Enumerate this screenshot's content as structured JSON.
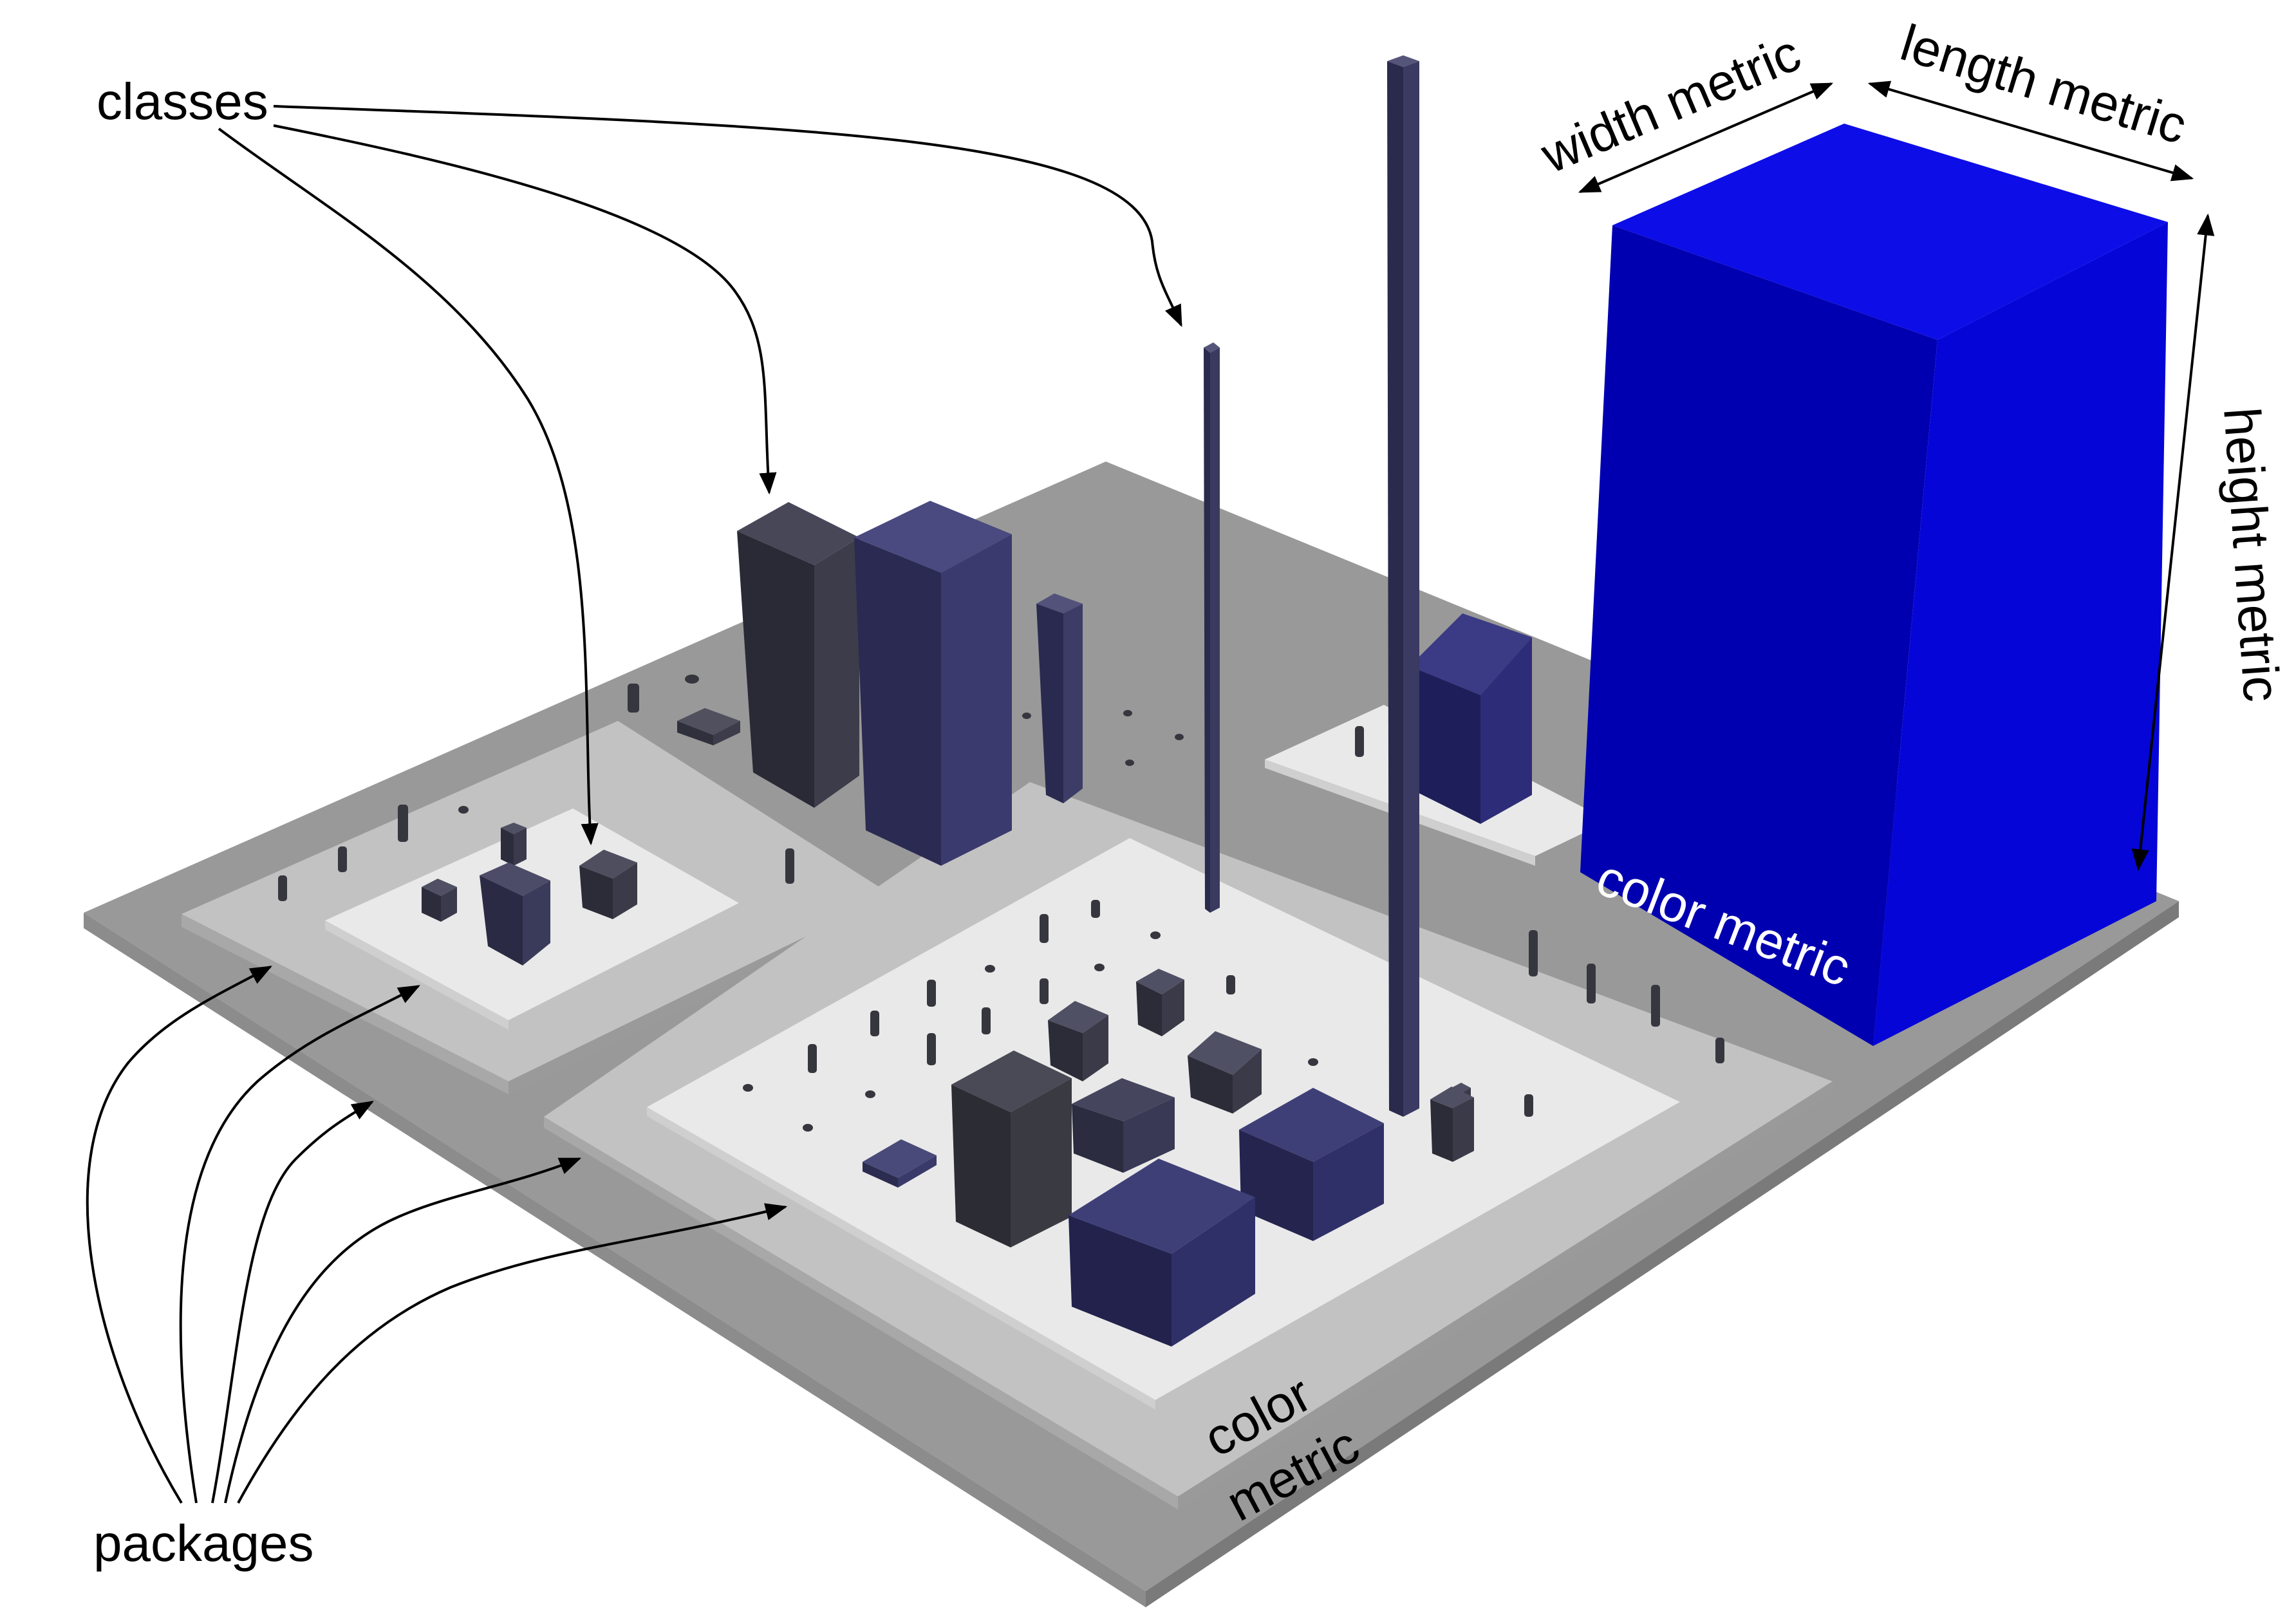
{
  "labels": {
    "classes": "classes",
    "packages": "packages",
    "width_metric": "width metric",
    "length_metric": "length metric",
    "height_metric": "height metric",
    "color_metric_building": "color metric",
    "color_metric_district_1": "color",
    "color_metric_district_2": "metric"
  },
  "colors": {
    "background": "#ffffff",
    "ground": "#999999",
    "ground_edge": "#7e7e7e",
    "package_level_1": "#c2c2c2",
    "package_level_2": "#e9e9e9",
    "building_dark": "#30303c",
    "building_navy": "#2f2f62",
    "highlight_building": "#0a0af0",
    "arrow": "#000000"
  },
  "icons": {
    "pointer": "arrow-icon",
    "dimension": "double-arrow-icon"
  }
}
